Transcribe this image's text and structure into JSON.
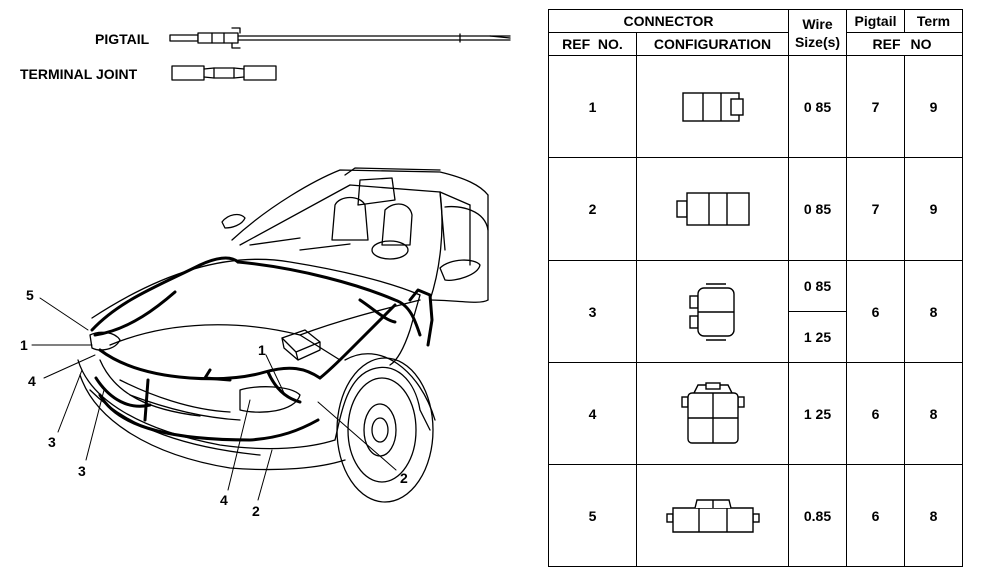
{
  "legend": {
    "pigtail_label": "PIGTAIL",
    "terminal_joint_label": "TERMINAL JOINT"
  },
  "diagram": {
    "callouts": [
      "5",
      "1",
      "4",
      "3",
      "3",
      "4",
      "2",
      "1",
      "2"
    ]
  },
  "table": {
    "header": {
      "connector": "CONNECTOR",
      "wire_line1": "Wire",
      "wire_line2": "Size(s)",
      "pigtail": "Pigtail",
      "term": "Term",
      "ref_no": "REF  NO.",
      "configuration": "CONFIGURATION",
      "ref": "REF",
      "no": "NO"
    },
    "rows": [
      {
        "ref": "1",
        "wire": [
          "0 85"
        ],
        "pigtail": "7",
        "term": "9",
        "config_icon": "connector-type-1-icon"
      },
      {
        "ref": "2",
        "wire": [
          "0 85"
        ],
        "pigtail": "7",
        "term": "9",
        "config_icon": "connector-type-2-icon"
      },
      {
        "ref": "3",
        "wire": [
          "0 85",
          "1 25"
        ],
        "pigtail": "6",
        "term": "8",
        "config_icon": "connector-type-3-icon"
      },
      {
        "ref": "4",
        "wire": [
          "1 25"
        ],
        "pigtail": "6",
        "term": "8",
        "config_icon": "connector-type-4-icon"
      },
      {
        "ref": "5",
        "wire": [
          "0.85"
        ],
        "pigtail": "6",
        "term": "8",
        "config_icon": "connector-type-5-icon"
      }
    ]
  }
}
